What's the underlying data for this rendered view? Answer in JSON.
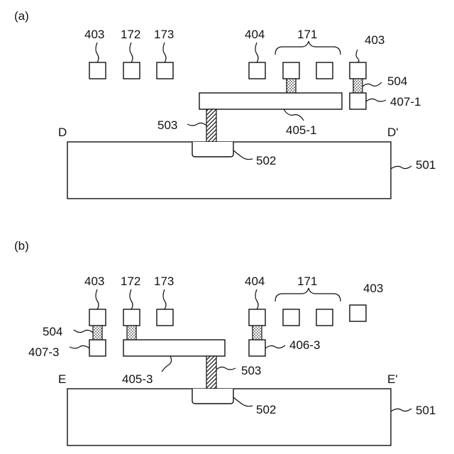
{
  "panel_a": {
    "label": "(a)",
    "ref_403_left": "403",
    "ref_172": "172",
    "ref_173": "173",
    "ref_404": "404",
    "ref_171": "171",
    "ref_403_right": "403",
    "ref_504": "504",
    "ref_407_1": "407-1",
    "ref_503": "503",
    "ref_405_1": "405-1",
    "ref_D": "D",
    "ref_D_prime": "D'",
    "ref_502": "502",
    "ref_501": "501"
  },
  "panel_b": {
    "label": "(b)",
    "ref_403_left": "403",
    "ref_172": "172",
    "ref_173": "173",
    "ref_404": "404",
    "ref_171": "171",
    "ref_403_right": "403",
    "ref_504": "504",
    "ref_407_3": "407-3",
    "ref_406_3": "406-3",
    "ref_405_3": "405-3",
    "ref_503": "503",
    "ref_E": "E",
    "ref_E_prime": "E'",
    "ref_502": "502",
    "ref_501": "501"
  }
}
